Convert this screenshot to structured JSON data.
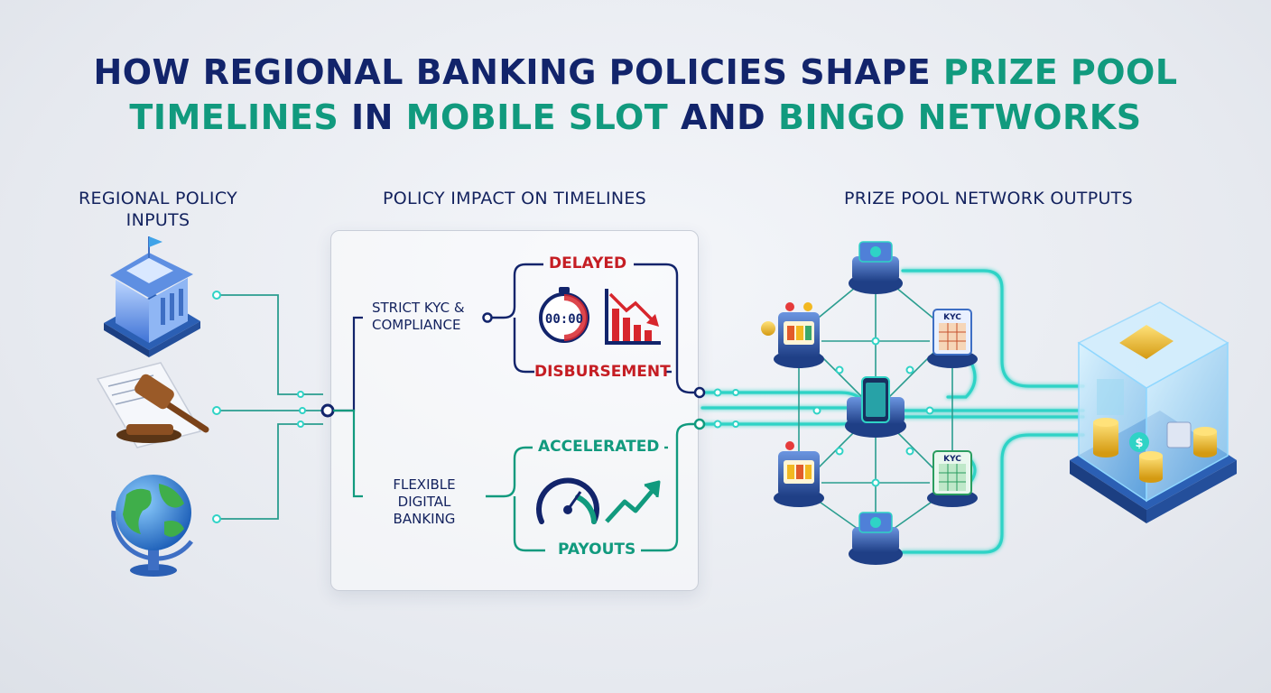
{
  "title": {
    "line1_part1": "HOW REGIONAL BANKING POLICIES SHAPE",
    "line1_part2": "PRIZE POOL",
    "line2_part1": "TIMELINES",
    "line2_part2": "IN",
    "line2_part3": "MOBILE SLOT",
    "line2_part4": "AND",
    "line2_part5": "BINGO NETWORKS"
  },
  "columns": {
    "inputs_line1": "REGIONAL POLICY",
    "inputs_line2": "INPUTS",
    "impact": "POLICY IMPACT ON TIMELINES",
    "outputs": "PRIZE POOL NETWORK OUTPUTS"
  },
  "impact": {
    "strict_line1": "STRICT KYC &",
    "strict_line2": "COMPLIANCE",
    "delayed": "DELAYED",
    "timer": "00:00",
    "disbursement": "DISBURSEMENT",
    "flexible_line1": "FLEXIBLE",
    "flexible_line2": "DIGITAL",
    "flexible_line3": "BANKING",
    "accelerated": "ACCELERATED",
    "payouts": "PAYOUTS"
  },
  "network": {
    "kyc_badge": "KYC",
    "vault_label": "$"
  },
  "colors": {
    "navy": "#12246b",
    "teal": "#119a7e",
    "red": "#c51d23",
    "cyan": "#2fd3c6",
    "node_blue": "#3e6fc4"
  },
  "icons": [
    "bank-icon",
    "gavel-document-icon",
    "globe-icon",
    "stopwatch-icon",
    "declining-chart-icon",
    "speedometer-icon",
    "rising-arrow-icon",
    "slot-machine-icon",
    "bingo-card-icon",
    "smartphone-icon",
    "coin-stack-icon",
    "vault-icon"
  ]
}
